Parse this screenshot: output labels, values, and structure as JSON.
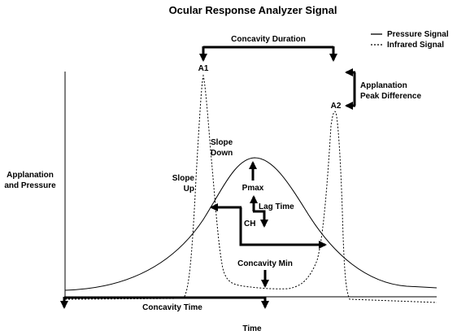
{
  "title": "Ocular Response Analyzer Signal",
  "legend": {
    "pressure_label": "Pressure Signal",
    "infrared_label": "Infrared Signal"
  },
  "axes": {
    "y_label_line1": "Applanation",
    "y_label_line2": "and Pressure",
    "x_label": "Time"
  },
  "annotations": {
    "concavity_duration": "Concavity Duration",
    "a1": "A1",
    "a2": "A2",
    "applanation_peak_diff_line1": "Applanation",
    "applanation_peak_diff_line2": "Peak Difference",
    "slope_down_line1": "Slope",
    "slope_down_line2": "Down",
    "slope_up_line1": "Slope",
    "slope_up_line2": "Up",
    "pmax": "Pmax",
    "lag_time": "Lag Time",
    "ch": "CH",
    "concavity_min": "Concavity Min",
    "concavity_time": "Concavity Time"
  },
  "colors": {
    "stroke": "#000000",
    "background": "#ffffff"
  }
}
